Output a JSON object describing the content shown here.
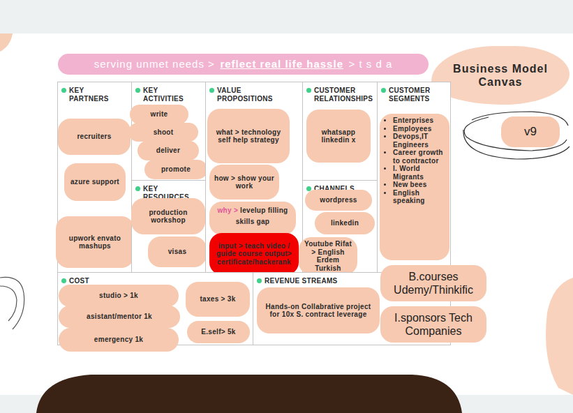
{
  "diagram": {
    "nodes": [
      {
        "text": [
          "serving unmet needs >",
          "reflect real life hassle",
          "> t s d a"
        ]
      },
      {
        "text": [
          "Business Model Canvas"
        ]
      },
      {
        "text": [
          "KEY PARTNERS"
        ]
      },
      {
        "text": [
          "recruiters"
        ],
        "in": 2
      },
      {
        "text": [
          "azure support"
        ],
        "in": 2
      },
      {
        "text": [
          "upwork envato mashups"
        ],
        "in": 2
      },
      {
        "text": [
          "KEY ACTIVITIES"
        ]
      },
      {
        "text": [
          "write"
        ],
        "in": 6
      },
      {
        "text": [
          "shoot"
        ],
        "in": 6
      },
      {
        "text": [
          "deliver"
        ],
        "in": 6
      },
      {
        "text": [
          "promote"
        ],
        "in": 6
      },
      {
        "text": [
          "KEY RESOURCES"
        ]
      },
      {
        "text": [
          "production workshop"
        ],
        "in": 11
      },
      {
        "text": [
          "visas"
        ],
        "in": 11
      },
      {
        "text": [
          "VALUE PROPOSITIONS"
        ]
      },
      {
        "text": [
          "what > technology self help strategy"
        ],
        "in": 14
      },
      {
        "text": [
          "how > show your work"
        ],
        "in": 14
      },
      {
        "text": [
          "why >",
          "levelup filling skills gap"
        ],
        "in": 14
      },
      {
        "text": [
          "input > teach video / guide course output> certificate/hackerank"
        ],
        "in": 14
      },
      {
        "text": [
          "CUSTOMER RELATIONSHIPS"
        ]
      },
      {
        "text": [
          "whatsapp linkedin x"
        ],
        "in": 19
      },
      {
        "text": [
          "CHANNELS"
        ]
      },
      {
        "text": [
          "wordpress"
        ],
        "in": 21
      },
      {
        "text": [
          "linkedin"
        ],
        "in": 21
      },
      {
        "text": [
          "Youtube Rifat > English Erdem Turkish"
        ],
        "in": 21
      },
      {
        "text": [
          "CUSTOMER SEGMENTS"
        ]
      },
      {
        "text": [
          "Enterprises",
          "Employees",
          "Devops,IT Engineers",
          "Career growth to contractor",
          "I. World Migrants",
          "New bees",
          "English speaking"
        ],
        "in": 25
      },
      {
        "text": [
          "v9"
        ]
      },
      {
        "text": [
          "COST"
        ]
      },
      {
        "text": [
          "studio > 1k"
        ],
        "in": 28
      },
      {
        "text": [
          "asistant/mentor 1k"
        ],
        "in": 28
      },
      {
        "text": [
          "emergency 1k"
        ],
        "in": 28
      },
      {
        "text": [
          "taxes > 3k"
        ],
        "in": 28
      },
      {
        "text": [
          "E.self> 5k"
        ],
        "in": 28
      },
      {
        "text": [
          "REVENUE STREAMS"
        ]
      },
      {
        "text": [
          "Hands-on Collabrative project for 10x S. contract leverage"
        ],
        "in": 34
      },
      {
        "text": [
          "B.courses Udemy/Thinkific"
        ]
      },
      {
        "text": [
          "I.sponsors Tech Companies"
        ]
      }
    ]
  }
}
